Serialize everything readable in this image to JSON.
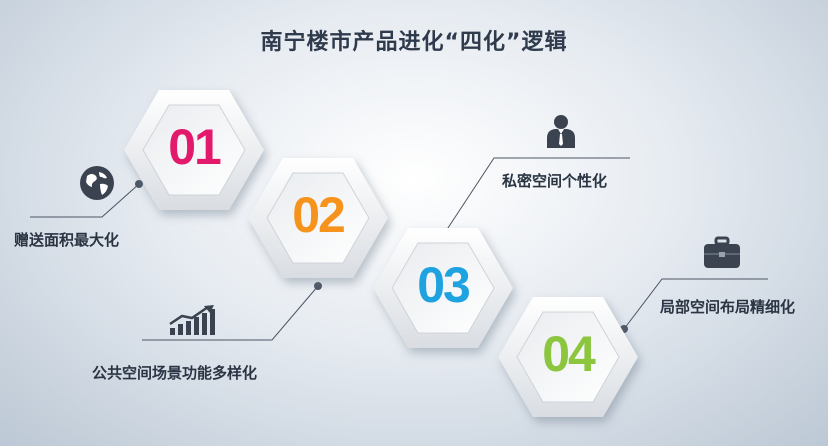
{
  "title": "南宁楼市产品进化“四化”逻辑",
  "items": [
    {
      "number": "01",
      "label": "赠送面积最大化",
      "color": "#e3196b",
      "icon": "globe-icon"
    },
    {
      "number": "02",
      "label": "公共空间场景功能多样化",
      "color": "#f6931d",
      "icon": "bar-chart-icon"
    },
    {
      "number": "03",
      "label": "私密空间个性化",
      "color": "#1ea3e0",
      "icon": "businessman-icon"
    },
    {
      "number": "04",
      "label": "局部空间布局精细化",
      "color": "#8cc63f",
      "icon": "briefcase-icon"
    }
  ]
}
